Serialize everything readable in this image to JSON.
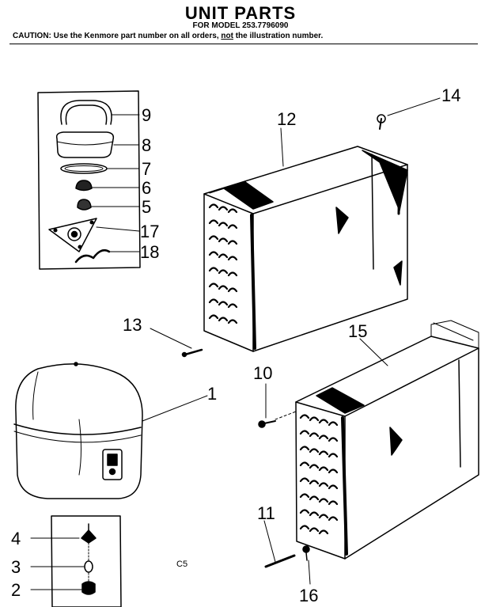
{
  "header": {
    "title": "UNIT PARTS",
    "model_line": "FOR MODEL 253.7796090",
    "caution_prefix": "CAUTION: Use the Kenmore part number on all orders,",
    "caution_emphasis": "not",
    "caution_suffix": "the illustration number."
  },
  "callouts": {
    "p1": "1",
    "p2": "2",
    "p3": "3",
    "p4": "4",
    "p5": "5",
    "p6": "6",
    "p7": "7",
    "p8": "8",
    "p9": "9",
    "p10": "10",
    "p11": "11",
    "p12": "12",
    "p13": "13",
    "p14": "14",
    "p15": "15",
    "p16": "16",
    "p17": "17",
    "p18": "18"
  },
  "page_code": "C5"
}
